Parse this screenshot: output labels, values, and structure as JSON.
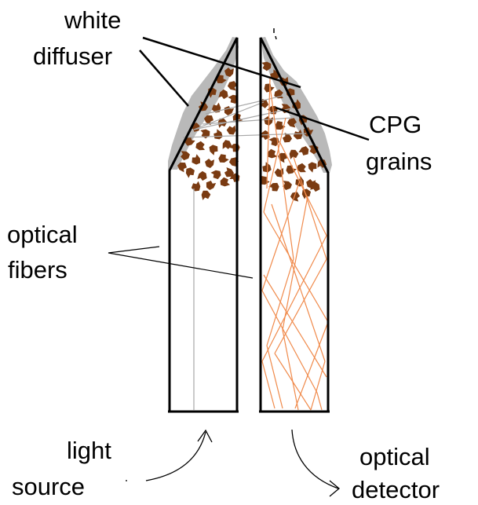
{
  "labels": {
    "diffuser_line1": "white",
    "diffuser_line2": "diffuser",
    "grains_line1": "CPG",
    "grains_line2": "grains",
    "fibers_line1": "optical",
    "fibers_line2": "fibers",
    "source_line1": "light",
    "source_line2": "source",
    "detector_line1": "optical",
    "detector_line2": "detector"
  },
  "colors": {
    "outline": "#000000",
    "diffuser": "#b9b9b9",
    "grain": "#7a3b12",
    "ray_emit": "#a8a8a8",
    "ray_fluor": "#f08a4b",
    "background": "#ffffff"
  }
}
